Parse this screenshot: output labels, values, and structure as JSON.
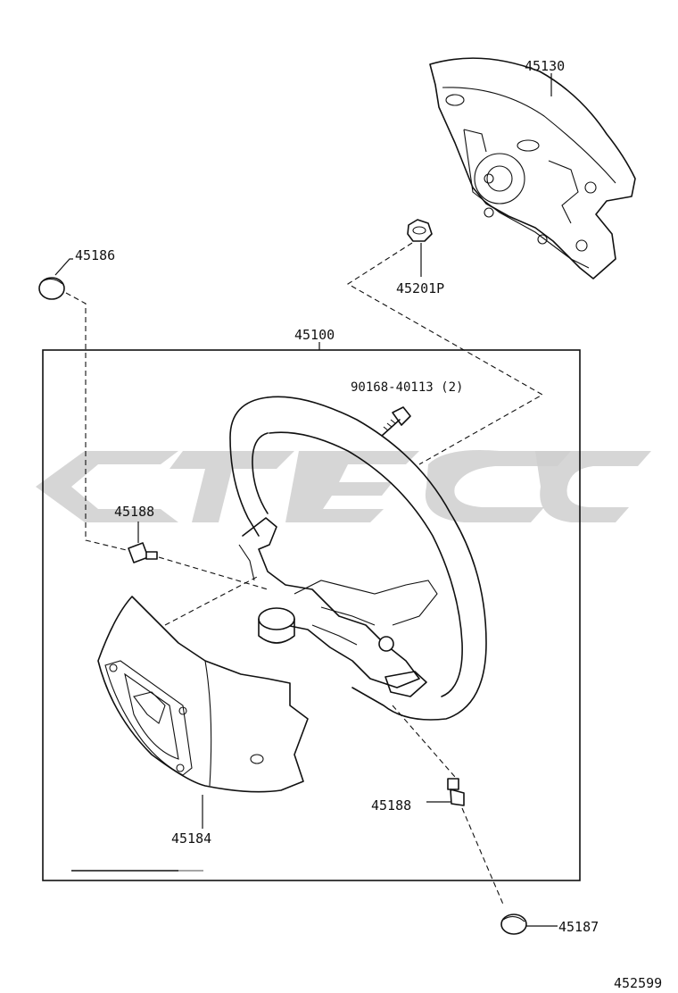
{
  "diagram": {
    "assembly_label": "45100",
    "parts": {
      "airbag_pad": "45130",
      "cap_left": "45186",
      "nut": "45201P",
      "bolt": "90168-40113 (2)",
      "screw_upper": "45188",
      "screw_lower": "45188",
      "lower_cover": "45184",
      "cap_right": "45187"
    },
    "figure_number": "452599"
  }
}
